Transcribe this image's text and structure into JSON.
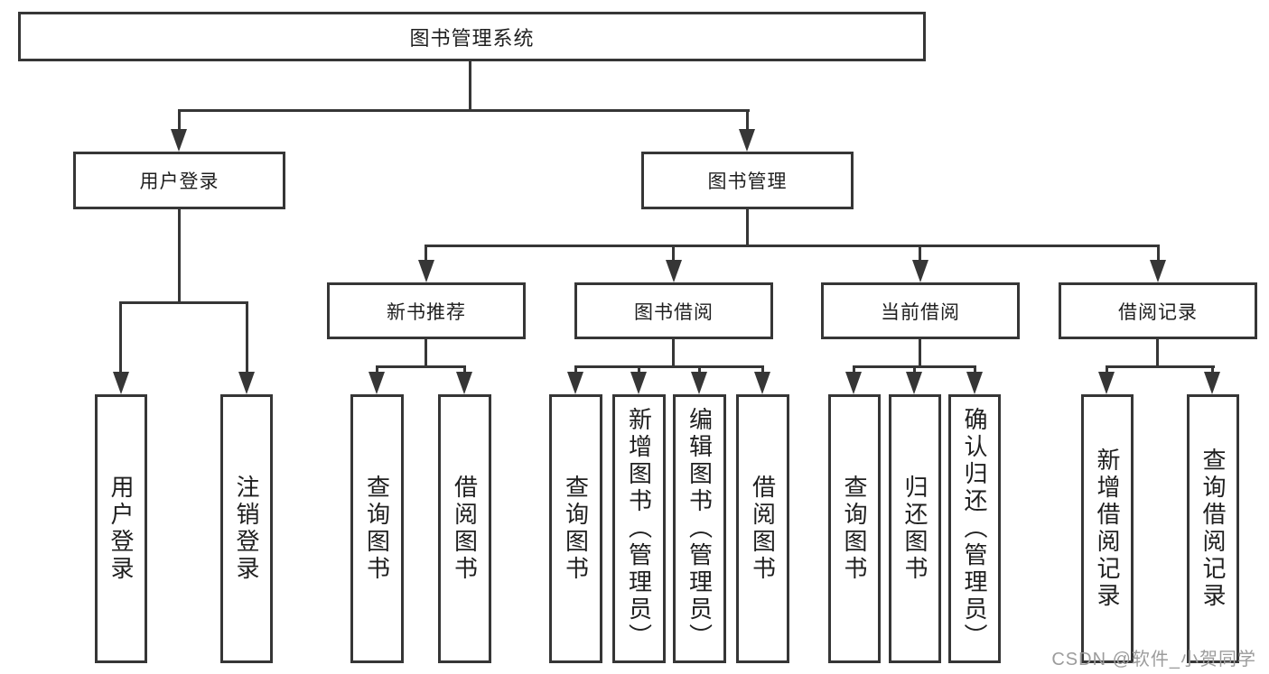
{
  "tree": {
    "root": {
      "label": "图书管理系统"
    },
    "branches": [
      {
        "label": "用户登录",
        "children": [
          {
            "label": "用户登录"
          },
          {
            "label": "注销登录"
          }
        ]
      },
      {
        "label": "图书管理",
        "children": [
          {
            "label": "新书推荐",
            "children": [
              {
                "label": "查询图书"
              },
              {
                "label": "借阅图书"
              }
            ]
          },
          {
            "label": "图书借阅",
            "children": [
              {
                "label": "查询图书"
              },
              {
                "label": "新增图书（管理员）"
              },
              {
                "label": "编辑图书（管理员）"
              },
              {
                "label": "借阅图书"
              }
            ]
          },
          {
            "label": "当前借阅",
            "children": [
              {
                "label": "查询图书"
              },
              {
                "label": "归还图书"
              },
              {
                "label": "确认归还（管理员）"
              }
            ]
          },
          {
            "label": "借阅记录",
            "children": [
              {
                "label": "新增借阅记录"
              },
              {
                "label": "查询借阅记录"
              }
            ]
          }
        ]
      }
    ]
  },
  "watermark": "CSDN @软件_小贺同学",
  "colors": {
    "line": "#363636",
    "text": "#1f1f1f",
    "watermark": "#9c9c9c",
    "background": "#ffffff"
  }
}
